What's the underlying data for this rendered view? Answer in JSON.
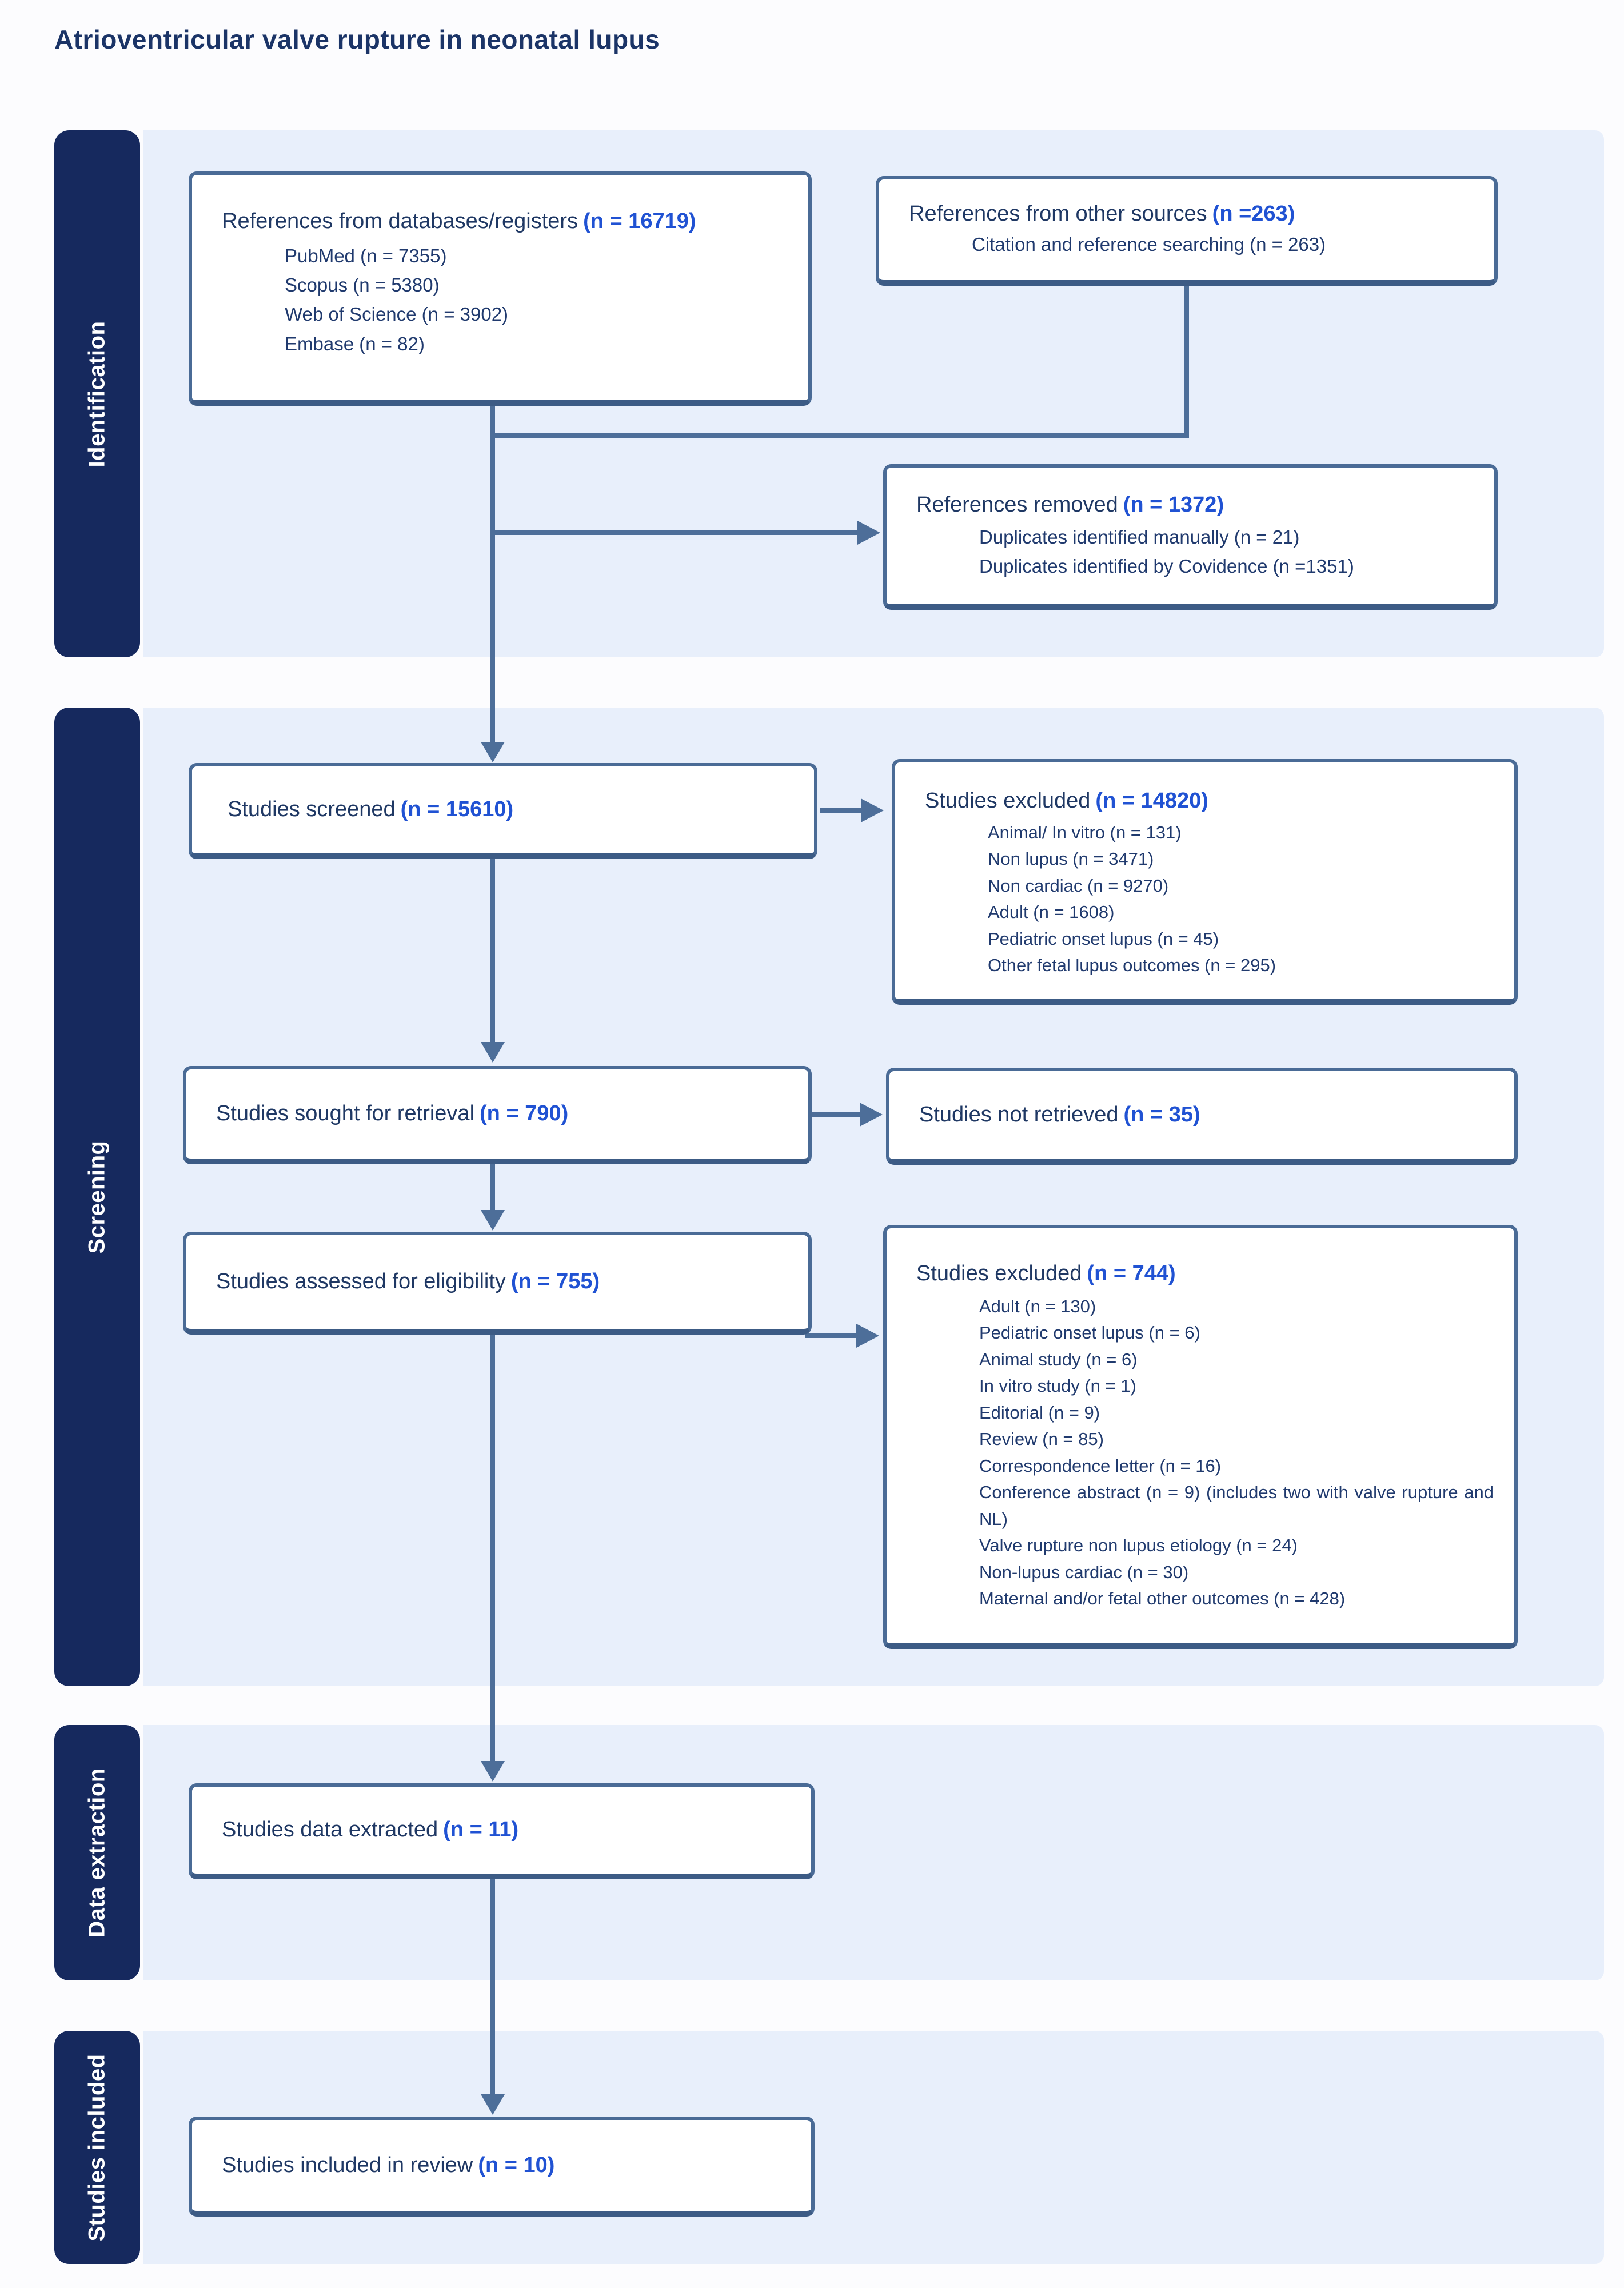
{
  "title": "Atrioventricular valve rupture in neonatal lupus",
  "colors": {
    "navy_text": "#1f3864",
    "count_blue": "#2052d3",
    "stage_bar": "#16295e",
    "panel": "#e8effb",
    "box_border": "#4a6b96",
    "arrow": "#4d6e99"
  },
  "stages": [
    {
      "label": "Identification"
    },
    {
      "label": "Screening"
    },
    {
      "label": "Data extraction"
    },
    {
      "label": "Studies included"
    }
  ],
  "boxes": [
    {
      "label": "References from databases/registers",
      "n": "(n = 16719)",
      "items": [
        "PubMed (n = 7355)",
        "Scopus (n = 5380)",
        "Web of Science (n = 3902)",
        "Embase (n = 82)"
      ]
    },
    {
      "label": "References from other sources",
      "n": "(n =263)",
      "items": [
        "Citation and reference searching (n = 263)"
      ]
    },
    {
      "label": "References removed",
      "n": "(n = 1372)",
      "items": [
        "Duplicates identified manually (n = 21)",
        "Duplicates identified by Covidence (n =1351)"
      ]
    },
    {
      "label": "Studies screened",
      "n": "(n = 15610)",
      "items": []
    },
    {
      "label": "Studies excluded",
      "n": "(n = 14820)",
      "items": [
        "Animal/ In vitro  (n = 131)",
        "Non lupus (n = 3471)",
        "Non cardiac (n = 9270)",
        "Adult (n = 1608)",
        "Pediatric onset lupus (n = 45)",
        "Other fetal lupus outcomes (n = 295)"
      ]
    },
    {
      "label": "Studies sought for retrieval",
      "n": "(n = 790)",
      "items": []
    },
    {
      "label": "Studies not retrieved",
      "n": "(n = 35)",
      "items": []
    },
    {
      "label": "Studies assessed for eligibility",
      "n": "(n = 755)",
      "items": []
    },
    {
      "label": "Studies excluded",
      "n": "(n = 744)",
      "items": [
        "Adult  (n = 130)",
        "Pediatric onset lupus (n = 6)",
        "Animal study (n = 6)",
        "In vitro study (n = 1)",
        "Editorial (n = 9)",
        "Review  (n = 85)",
        "Correspondence letter (n = 16)",
        "Conference abstract (n = 9) (includes two with valve rupture and NL)",
        "Valve rupture non lupus etiology (n = 24)",
        "Non-lupus cardiac (n = 30)",
        "Maternal and/or fetal other outcomes  (n = 428)"
      ]
    },
    {
      "label": "Studies data extracted",
      "n": "(n = 11)",
      "items": []
    },
    {
      "label": "Studies included in review",
      "n": "(n = 10)",
      "items": []
    }
  ]
}
